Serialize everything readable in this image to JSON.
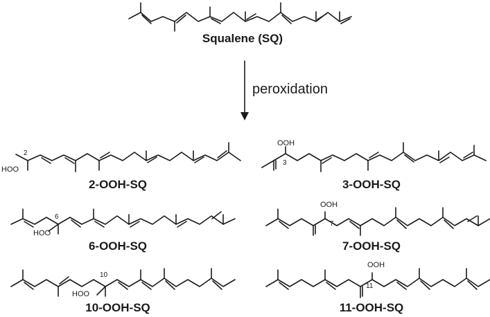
{
  "starting_material": {
    "name": "Squalene (SQ)"
  },
  "reaction": {
    "label": "peroxidation"
  },
  "products": [
    {
      "id": "2-OOH-SQ",
      "name": "2-OOH-SQ",
      "carbon": "2",
      "group": "HOO"
    },
    {
      "id": "3-OOH-SQ",
      "name": "3-OOH-SQ",
      "carbon": "3",
      "group": "OOH"
    },
    {
      "id": "6-OOH-SQ",
      "name": "6-OOH-SQ",
      "carbon": "6",
      "group": "HOO"
    },
    {
      "id": "7-OOH-SQ",
      "name": "7-OOH-SQ",
      "carbon": "7",
      "group": "OOH"
    },
    {
      "id": "10-OOH-SQ",
      "name": "10-OOH-SQ",
      "carbon": "10",
      "group": "HOO"
    },
    {
      "id": "11-OOH-SQ",
      "name": "11-OOH-SQ",
      "carbon": "11",
      "group": "OOH"
    }
  ]
}
